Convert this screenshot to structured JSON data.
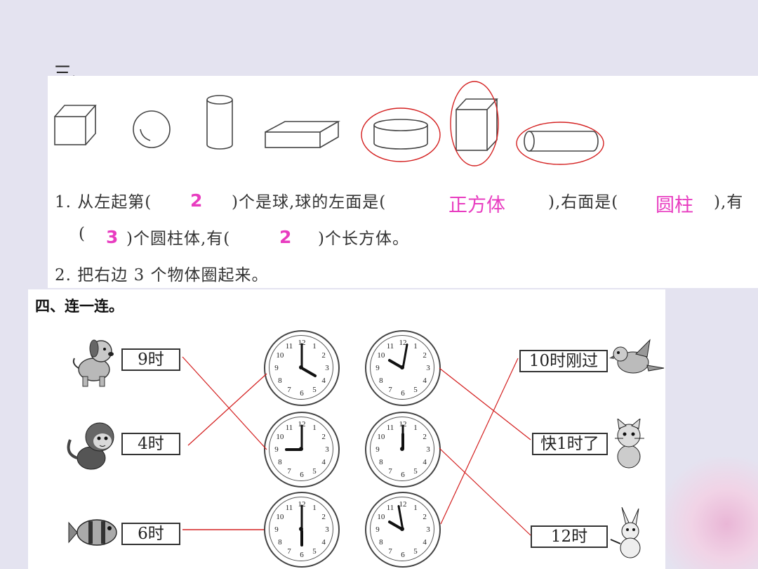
{
  "section3": {
    "label": "三、",
    "q1_part1": "1. 从左起第(",
    "q1_part2": ")个是球,球的左面是(",
    "q1_part3": "),右面是(",
    "q1_part4": "),有",
    "q1_line2_a": "(",
    "q1_line2_b": ")个圆柱体,有(",
    "q1_line2_c": ")个长方体。",
    "q2": "2. 把右边 3 个物体圈起来。",
    "answers": {
      "ball_position": "2",
      "left_of_ball": "正方体",
      "right_of_ball": "圆柱",
      "cylinder_count": "3",
      "cuboid_count": "2"
    }
  },
  "section4": {
    "title": "四、连一连。",
    "left_labels": [
      "9时",
      "4时",
      "6时"
    ],
    "right_labels": [
      "10时刚过",
      "快1时了",
      "12时"
    ]
  },
  "colors": {
    "answer": "#e83cc0",
    "annotation_red": "#d42020"
  }
}
